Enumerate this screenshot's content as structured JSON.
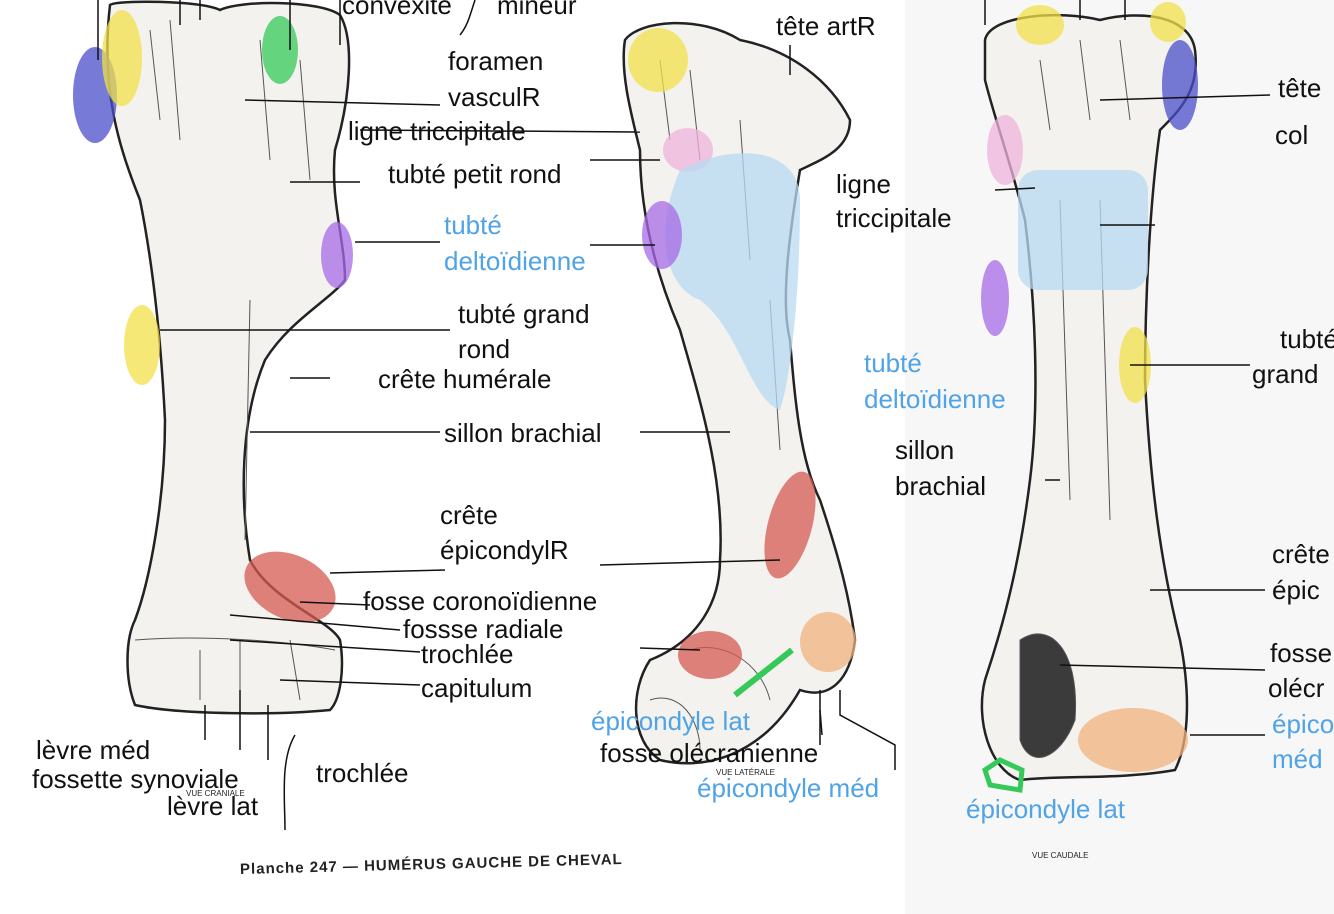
{
  "colors": {
    "yellow": "#f2e04a",
    "green": "#35c95a",
    "purple": "#a66be6",
    "navy": "#4a4fc9",
    "pink": "#efb3dc",
    "light_blue": "#b8d9f2",
    "red": "#d65a52",
    "orange": "#f2b27e",
    "label_blue": "#4fa3e6"
  },
  "cranial_view": {
    "labels": {
      "convexite": "convexité",
      "mineur": "mineur",
      "foramen": "foramen",
      "vascul": "vasculR",
      "ligne_tricc": "ligne triccipitale",
      "tubte_petit_rond": "tubté petit rond",
      "tubte": "tubté",
      "deltoidienne": "deltoïdienne",
      "tubte_grand": "tubté grand",
      "rond": "rond",
      "crete_humerale": "crête humérale",
      "sillon_brachial": "sillon brachial",
      "crete": "crête",
      "epicondylr": "épicondylR",
      "fosse_coronoidienne": "fosse coronoïdienne",
      "fossse_radiale": "fossse radiale",
      "trochlee": "trochlée",
      "capitulum": "capitulum",
      "levre_med": "lèvre méd",
      "fossette_synoviale": "fossette synoviale",
      "levre_lat": "lèvre lat",
      "trochlee_group": "trochlée"
    },
    "view_caption": "VUE CRANIALE"
  },
  "lateral_view": {
    "labels": {
      "tete_art": "tête artR",
      "ligne": "ligne",
      "triccipitale": "triccipitale",
      "epicondyle_lat": "épicondyle lat",
      "fosse_olecranienne": "fosse olécranienne",
      "epicondyle_med": "épicondyle méd"
    },
    "view_caption": "VUE LATÉRALE"
  },
  "caudal_view": {
    "labels": {
      "tete": "tête",
      "col": "col",
      "tubte": "tubté",
      "deltoidienne": "deltoïdienne",
      "tubte_cut": "tubté",
      "grand_cut": "grand",
      "sillon": "sillon",
      "brachial": "brachial",
      "crete_cut": "crête",
      "epic_cut": "épic",
      "fosse_cut": "fosse",
      "olecr_cut": "olécr",
      "epicon_cut": "épicon",
      "med_cut": "méd",
      "epicondyle_lat": "épicondyle lat"
    },
    "view_caption": "VUE CAUDALE"
  },
  "plate_caption": "Planche 247 — HUMÉRUS GAUCHE DE CHEVAL"
}
